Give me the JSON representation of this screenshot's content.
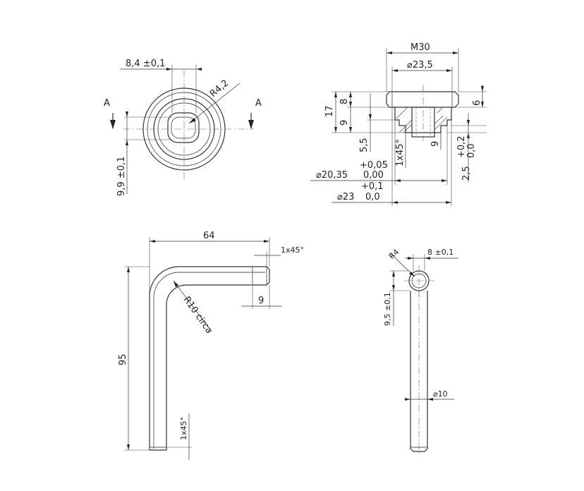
{
  "view_ring": {
    "dim_width": "8,4 ±0,1",
    "dim_radius": "R4,2",
    "dim_height": "9,9 ±0,1",
    "section_label_left": "A",
    "section_label_right": "A"
  },
  "view_nut": {
    "dim_thread": "M30",
    "dim_inner_dia": "⌀23,5",
    "dim_overall_height": "17",
    "dim_upper_height": "8",
    "dim_lower_height": "9",
    "dim_groove": "5,5",
    "dim_chamfer": "1x45°",
    "dim_bore": "9",
    "dim_flange": "6",
    "dim_tol_upper": "+0,2",
    "dim_tol_lower": "0,0",
    "dim_depth": "2,5",
    "dim_dia1_tol_upper": "+0,05",
    "dim_dia1_value": "⌀20,35",
    "dim_dia1_tol_lower": "0,00",
    "dim_dia2_tol_upper": "+0,1",
    "dim_dia2_value": "⌀23",
    "dim_dia2_tol_lower": "0,0"
  },
  "view_lever": {
    "dim_length": "64",
    "dim_chamfer_top": "1x45°",
    "dim_radius": "R10 circa",
    "dim_end": "9",
    "dim_height": "95",
    "dim_chamfer_bottom": "1x45°"
  },
  "view_pin": {
    "dim_radius": "R4",
    "dim_width": "8 ±0,1",
    "dim_height": "9,5 ±0,1",
    "dim_dia": "⌀10"
  }
}
